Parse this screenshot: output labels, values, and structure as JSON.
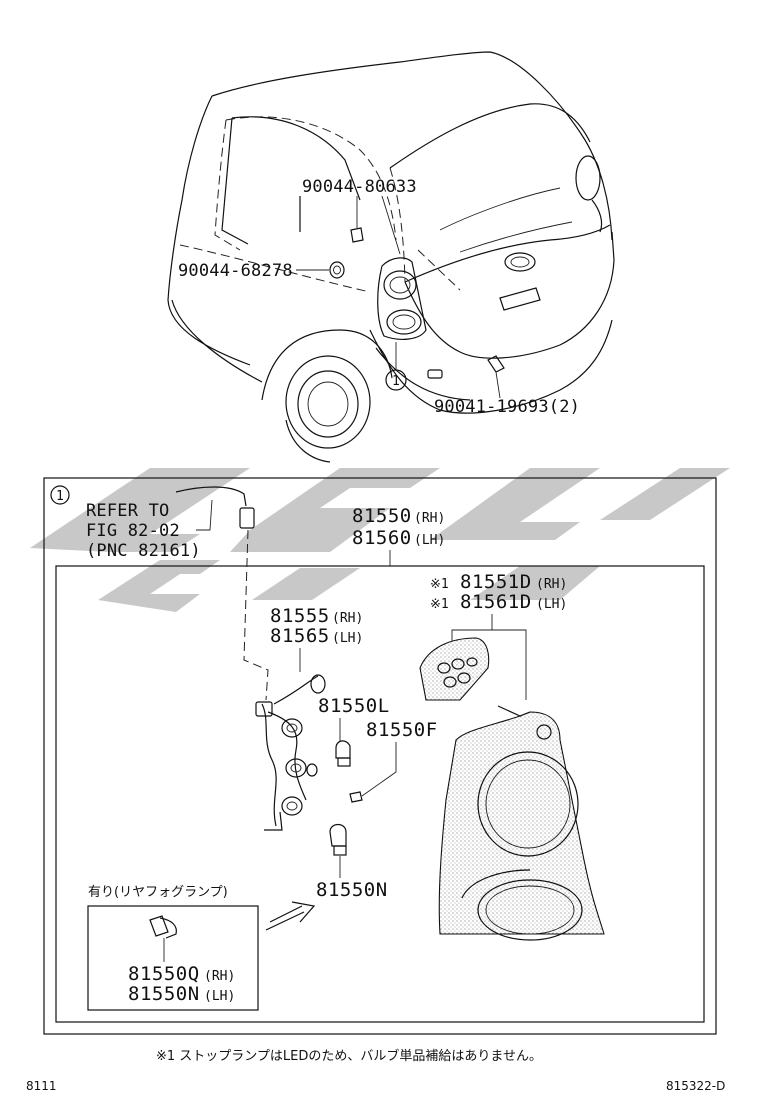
{
  "callouts": {
    "bolt_upper": "90044-80633",
    "bolt_side": "90044-68278",
    "screw_bumper": "90041-19693(2)",
    "marker_1": "1"
  },
  "box": {
    "marker": "1",
    "refer_line1": "REFER TO",
    "refer_line2": "FIG 82-02",
    "refer_line3": "(PNC 82161)",
    "lamp_rh": "81550",
    "lamp_rh_side": "(RH)",
    "lamp_lh": "81560",
    "lamp_lh_side": "(LH)",
    "led_rh_mark": "※1",
    "led_rh": "81551D",
    "led_rh_side": "(RH)",
    "led_lh_mark": "※1",
    "led_lh": "81561D",
    "led_lh_side": "(LH)",
    "socket_rh": "81555",
    "socket_rh_side": "(RH)",
    "socket_lh": "81565",
    "socket_lh_side": "(LH)",
    "bulb_l": "81550L",
    "bulb_f": "81550F",
    "bulb_n": "81550N",
    "fog_title": "有り(リヤフォグランプ)",
    "fog_rh": "81550Q",
    "fog_rh_side": "(RH)",
    "fog_lh": "81550N",
    "fog_lh_side": "(LH)"
  },
  "footnote": "※1 ストップランプはLEDのため、バルブ単品補給はありません。",
  "corner_left": "8111",
  "corner_right": "815322-D"
}
